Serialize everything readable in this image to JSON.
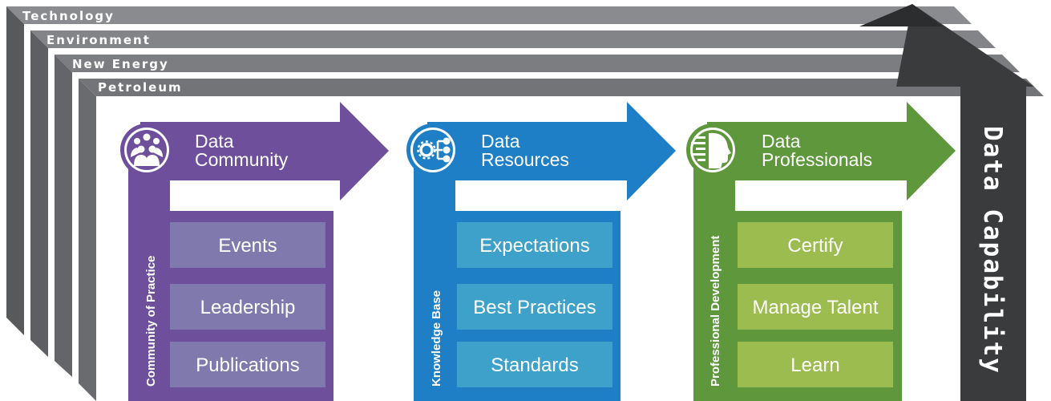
{
  "layers": [
    "Technology",
    "Environment",
    "New Energy",
    "Petroleum"
  ],
  "capability": {
    "label": "Data Capability"
  },
  "pillars": [
    {
      "icon": "people-group-icon",
      "title_line1": "Data",
      "title_line2": "Community",
      "side_label": "Community of Practice",
      "items": [
        "Events",
        "Leadership",
        "Publications"
      ],
      "color": "#6e4f9c",
      "item_color": "#8079ae"
    },
    {
      "icon": "network-gear-icon",
      "title_line1": "Data",
      "title_line2": "Resources",
      "side_label": "Knowledge Base",
      "items": [
        "Expectations",
        "Best Practices",
        "Standards"
      ],
      "color": "#1e7fc6",
      "item_color": "#3da1c9"
    },
    {
      "icon": "digital-head-icon",
      "title_line1": "Data",
      "title_line2": "Professionals",
      "side_label": "Professional Development",
      "items": [
        "Certify",
        "Manage Talent",
        "Learn"
      ],
      "color": "#5f973d",
      "item_color": "#9cbc4f"
    }
  ],
  "colors": {
    "layer_gray": "#6d6e71",
    "arrow_dark": "#3a3b3d"
  }
}
